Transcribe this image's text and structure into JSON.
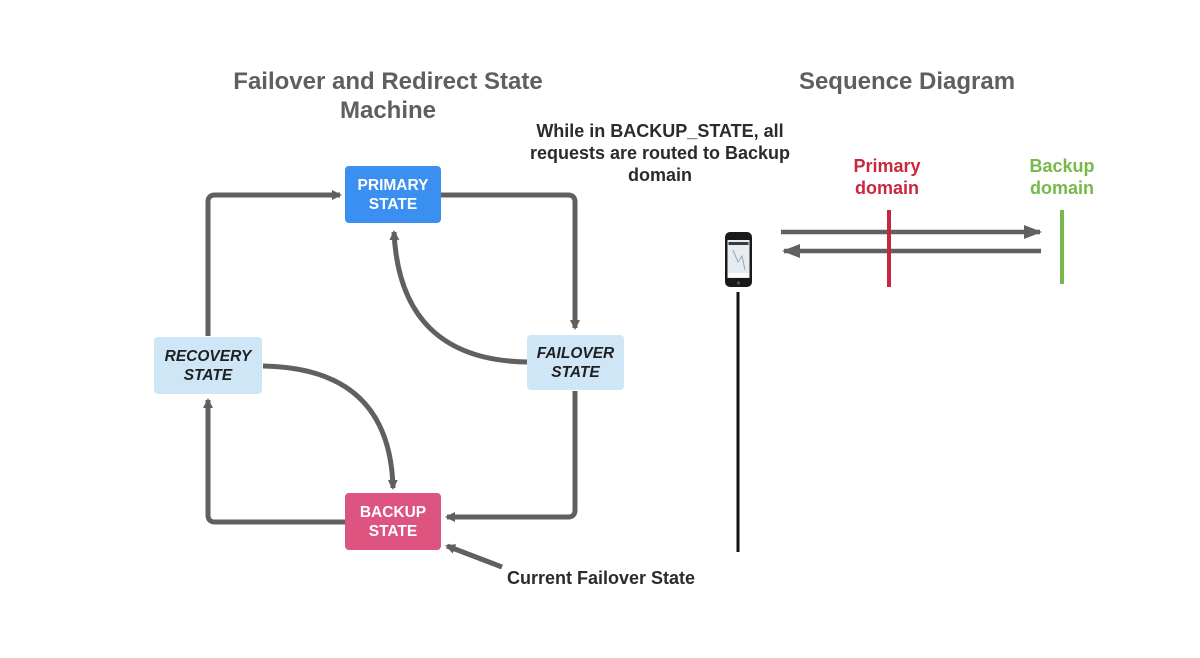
{
  "state_machine": {
    "title_line1": "Failover and Redirect State",
    "title_line2": "Machine",
    "states": {
      "primary": {
        "line1": "PRIMARY",
        "line2": "STATE",
        "color": "#3a8ff0"
      },
      "failover": {
        "line1": "FAILOVER",
        "line2": "STATE",
        "color": "#cfe6f7"
      },
      "backup": {
        "line1": "BACKUP",
        "line2": "STATE",
        "color": "#dd5480"
      },
      "recovery": {
        "line1": "RECOVERY",
        "line2": "STATE",
        "color": "#cfe6f7"
      }
    },
    "transitions": [
      {
        "from": "primary",
        "to": "failover"
      },
      {
        "from": "failover",
        "to": "primary"
      },
      {
        "from": "failover",
        "to": "backup"
      },
      {
        "from": "backup",
        "to": "recovery"
      },
      {
        "from": "recovery",
        "to": "primary"
      },
      {
        "from": "recovery",
        "to": "backup"
      }
    ],
    "current_state": "backup",
    "current_state_label": "Current Failover State"
  },
  "sequence": {
    "title": "Sequence Diagram",
    "note_line1": "While in BACKUP_STATE, all",
    "note_line2": "requests are routed to Backup",
    "note_line3": "domain",
    "client_icon": "smartphone-icon",
    "primary_domain": {
      "line1": "Primary",
      "line2": "domain",
      "color": "#c8283f"
    },
    "backup_domain": {
      "line1": "Backup",
      "line2": "domain",
      "color": "#78b84a"
    },
    "messages": [
      {
        "from": "client",
        "to": "backup_domain",
        "direction": "request"
      },
      {
        "from": "backup_domain",
        "to": "client",
        "direction": "response"
      }
    ]
  }
}
